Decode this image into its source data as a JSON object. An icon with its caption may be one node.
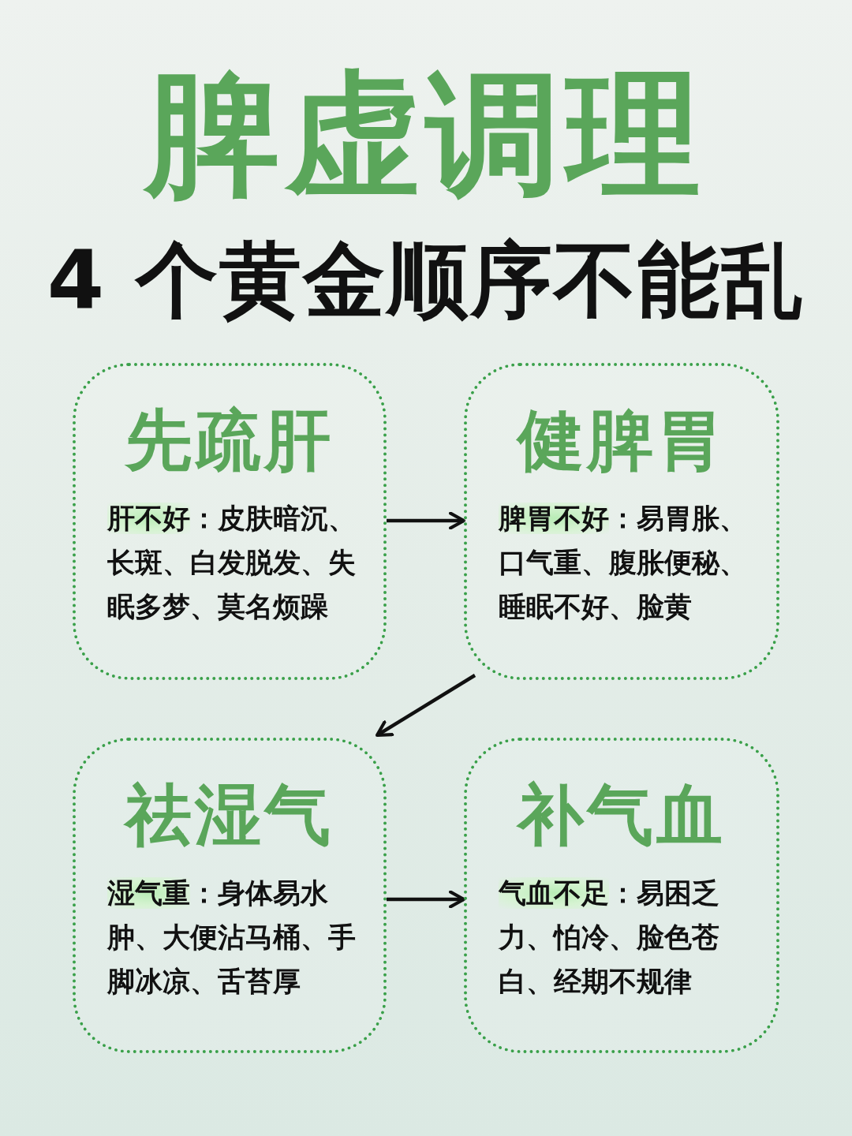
{
  "diagram": {
    "title": "脾虚调理",
    "nodes": [
      {
        "text": [
          "先疏肝",
          "**肝不好**：皮肤暗沉、长斑、白发脱发、失眠多梦、莫名烦躁"
        ]
      },
      {
        "text": [
          "健脾胃",
          "**脾胃不好**：易胃胀、口气重、腹胀便秘、睡眠不好、脸黄"
        ]
      },
      {
        "text": [
          "祛湿气",
          "**湿气重**：身体易水肿、大便沾马桶、手脚冰凉、舌苔厚"
        ]
      },
      {
        "text": [
          "补气血",
          "**气血不足**：易困乏力、怕冷、脸色苍白、经期不规律"
        ]
      }
    ],
    "edges": [
      {
        "from": 0,
        "to": 1,
        "arrow": "to"
      },
      {
        "from": 1,
        "to": 2,
        "arrow": "to"
      },
      {
        "from": 2,
        "to": 3,
        "arrow": "to"
      }
    ],
    "labels": [
      "4 个黄金顺序不能乱"
    ]
  }
}
